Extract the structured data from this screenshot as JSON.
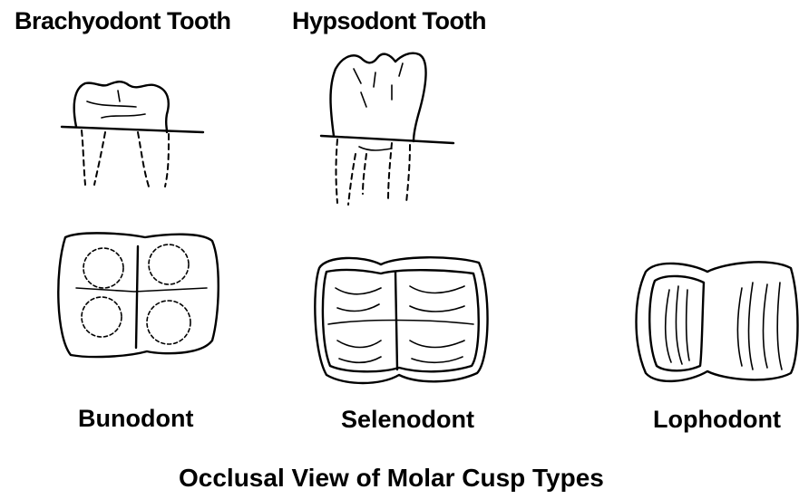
{
  "diagram": {
    "tooth_types": {
      "brachyodont": "Brachyodont Tooth",
      "hypsodont": "Hypsodont Tooth"
    },
    "cusp_types": {
      "bunodont": "Bunodont",
      "selenodont": "Selenodont",
      "lophodont": "Lophodont"
    },
    "caption": "Occlusal View of Molar Cusp Types"
  }
}
